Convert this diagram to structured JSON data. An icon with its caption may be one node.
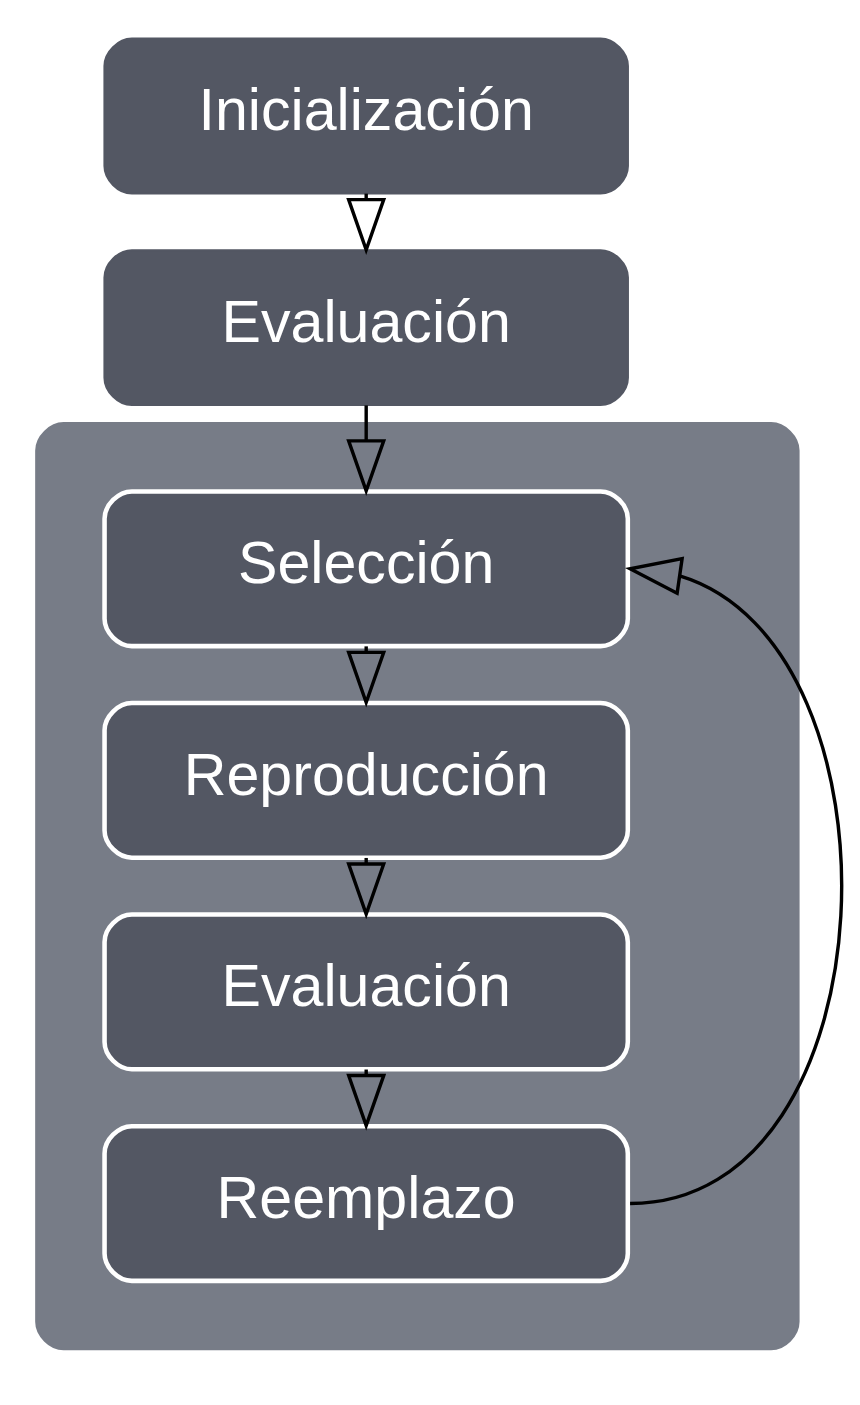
{
  "diagram": {
    "nodes": [
      {
        "text": [
          "Inicialización"
        ]
      },
      {
        "text": [
          "Evaluación"
        ]
      },
      {
        "text": [],
        "shape": "box"
      },
      {
        "text": [
          "Selección"
        ],
        "in": 2
      },
      {
        "text": [
          "Reproducción"
        ],
        "in": 2
      },
      {
        "text": [
          "Evaluación"
        ],
        "in": 2
      },
      {
        "text": [
          "Reemplazo"
        ],
        "in": 2
      }
    ],
    "edges": [
      {
        "from": 0,
        "to": 1,
        "arrow": "to"
      },
      {
        "from": 1,
        "to": 3,
        "arrow": "to"
      },
      {
        "from": 3,
        "to": 4,
        "arrow": "to"
      },
      {
        "from": 4,
        "to": 5,
        "arrow": "to"
      },
      {
        "from": 5,
        "to": 6,
        "arrow": "to"
      },
      {
        "from": 6,
        "to": 3,
        "arrow": "to"
      }
    ]
  }
}
